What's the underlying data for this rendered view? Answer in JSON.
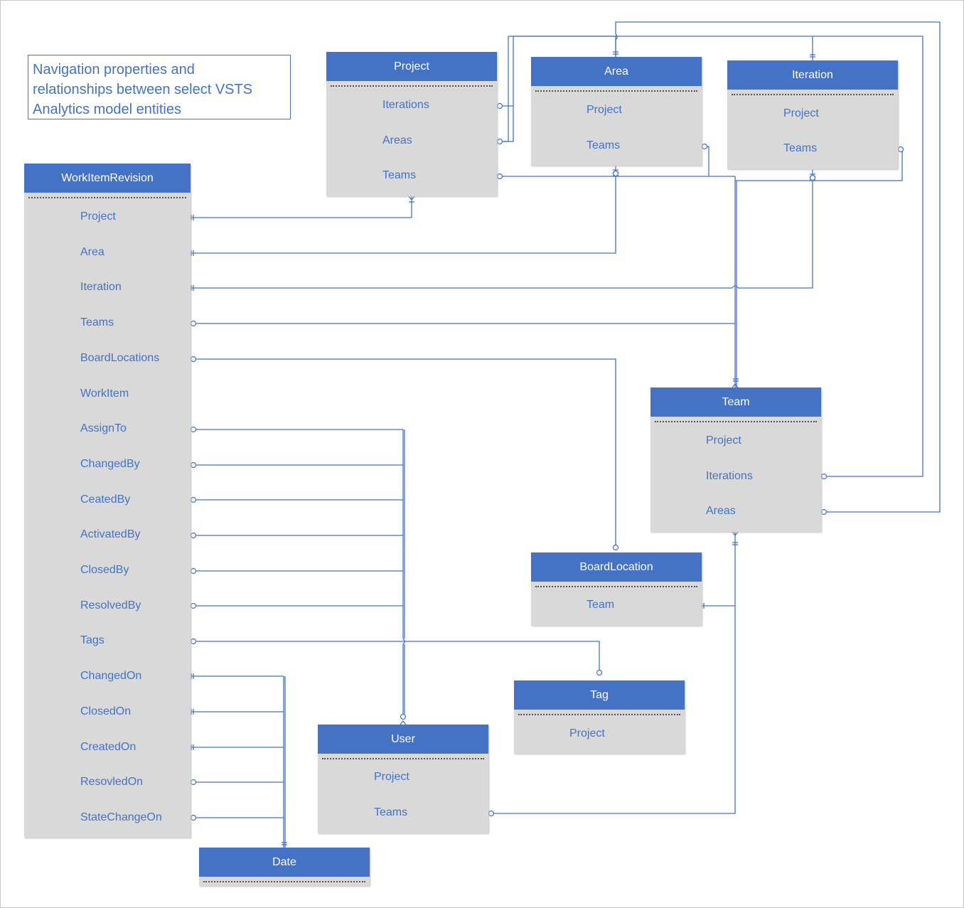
{
  "title_lines": [
    "Navigation properties and",
    "relationships between select VSTS",
    "Analytics model entities"
  ],
  "entities": {
    "workitemrevision": {
      "name": "WorkItemRevision",
      "properties": [
        "Project",
        "Area",
        "Iteration",
        "Teams",
        "BoardLocations",
        "WorkItem",
        "AssignTo",
        "ChangedBy",
        "CeatedBy",
        "ActivatedBy",
        "ClosedBy",
        "ResolvedBy",
        "Tags",
        "ChangedOn",
        "ClosedOn",
        "CreatedOn",
        "ResovledOn",
        "StateChangeOn"
      ]
    },
    "project": {
      "name": "Project",
      "properties": [
        "Iterations",
        "Areas",
        "Teams"
      ]
    },
    "area": {
      "name": "Area",
      "properties": [
        "Project",
        "Teams"
      ]
    },
    "iteration": {
      "name": "Iteration",
      "properties": [
        "Project",
        "Teams"
      ]
    },
    "team": {
      "name": "Team",
      "properties": [
        "Project",
        "Iterations",
        "Areas"
      ]
    },
    "boardlocation": {
      "name": "BoardLocation",
      "properties": [
        "Team"
      ]
    },
    "tag": {
      "name": "Tag",
      "properties": [
        "Project"
      ]
    },
    "user": {
      "name": "User",
      "properties": [
        "Project",
        "Teams"
      ]
    },
    "date": {
      "name": "Date",
      "properties": []
    }
  },
  "relationships": [
    [
      "WorkItemRevision.Project",
      "Project"
    ],
    [
      "WorkItemRevision.Area",
      "Area"
    ],
    [
      "WorkItemRevision.Iteration",
      "Iteration"
    ],
    [
      "WorkItemRevision.Teams",
      "Team"
    ],
    [
      "WorkItemRevision.BoardLocations",
      "BoardLocation"
    ],
    [
      "WorkItemRevision.AssignTo",
      "User"
    ],
    [
      "WorkItemRevision.ChangedBy",
      "User"
    ],
    [
      "WorkItemRevision.CeatedBy",
      "User"
    ],
    [
      "WorkItemRevision.ActivatedBy",
      "User"
    ],
    [
      "WorkItemRevision.ClosedBy",
      "User"
    ],
    [
      "WorkItemRevision.ResolvedBy",
      "User"
    ],
    [
      "WorkItemRevision.Tags",
      "Tag"
    ],
    [
      "WorkItemRevision.ChangedOn",
      "Date"
    ],
    [
      "WorkItemRevision.ClosedOn",
      "Date"
    ],
    [
      "WorkItemRevision.CreatedOn",
      "Date"
    ],
    [
      "WorkItemRevision.ResovledOn",
      "Date"
    ],
    [
      "WorkItemRevision.StateChangeOn",
      "Date"
    ],
    [
      "Project.Iterations",
      "Iteration"
    ],
    [
      "Project.Areas",
      "Area"
    ],
    [
      "Project.Teams",
      "Team"
    ],
    [
      "Area.Teams",
      "Team"
    ],
    [
      "Iteration.Teams",
      "Team"
    ],
    [
      "Team.Iterations",
      "Iteration"
    ],
    [
      "Team.Areas",
      "Area"
    ],
    [
      "BoardLocation.Team",
      "Team"
    ],
    [
      "User.Teams",
      "Team"
    ]
  ],
  "colors": {
    "header": "#4472c4",
    "body": "#d9d9d9",
    "line": "#4472c4",
    "text": "#4472c4",
    "header_text": "#ffffff"
  }
}
